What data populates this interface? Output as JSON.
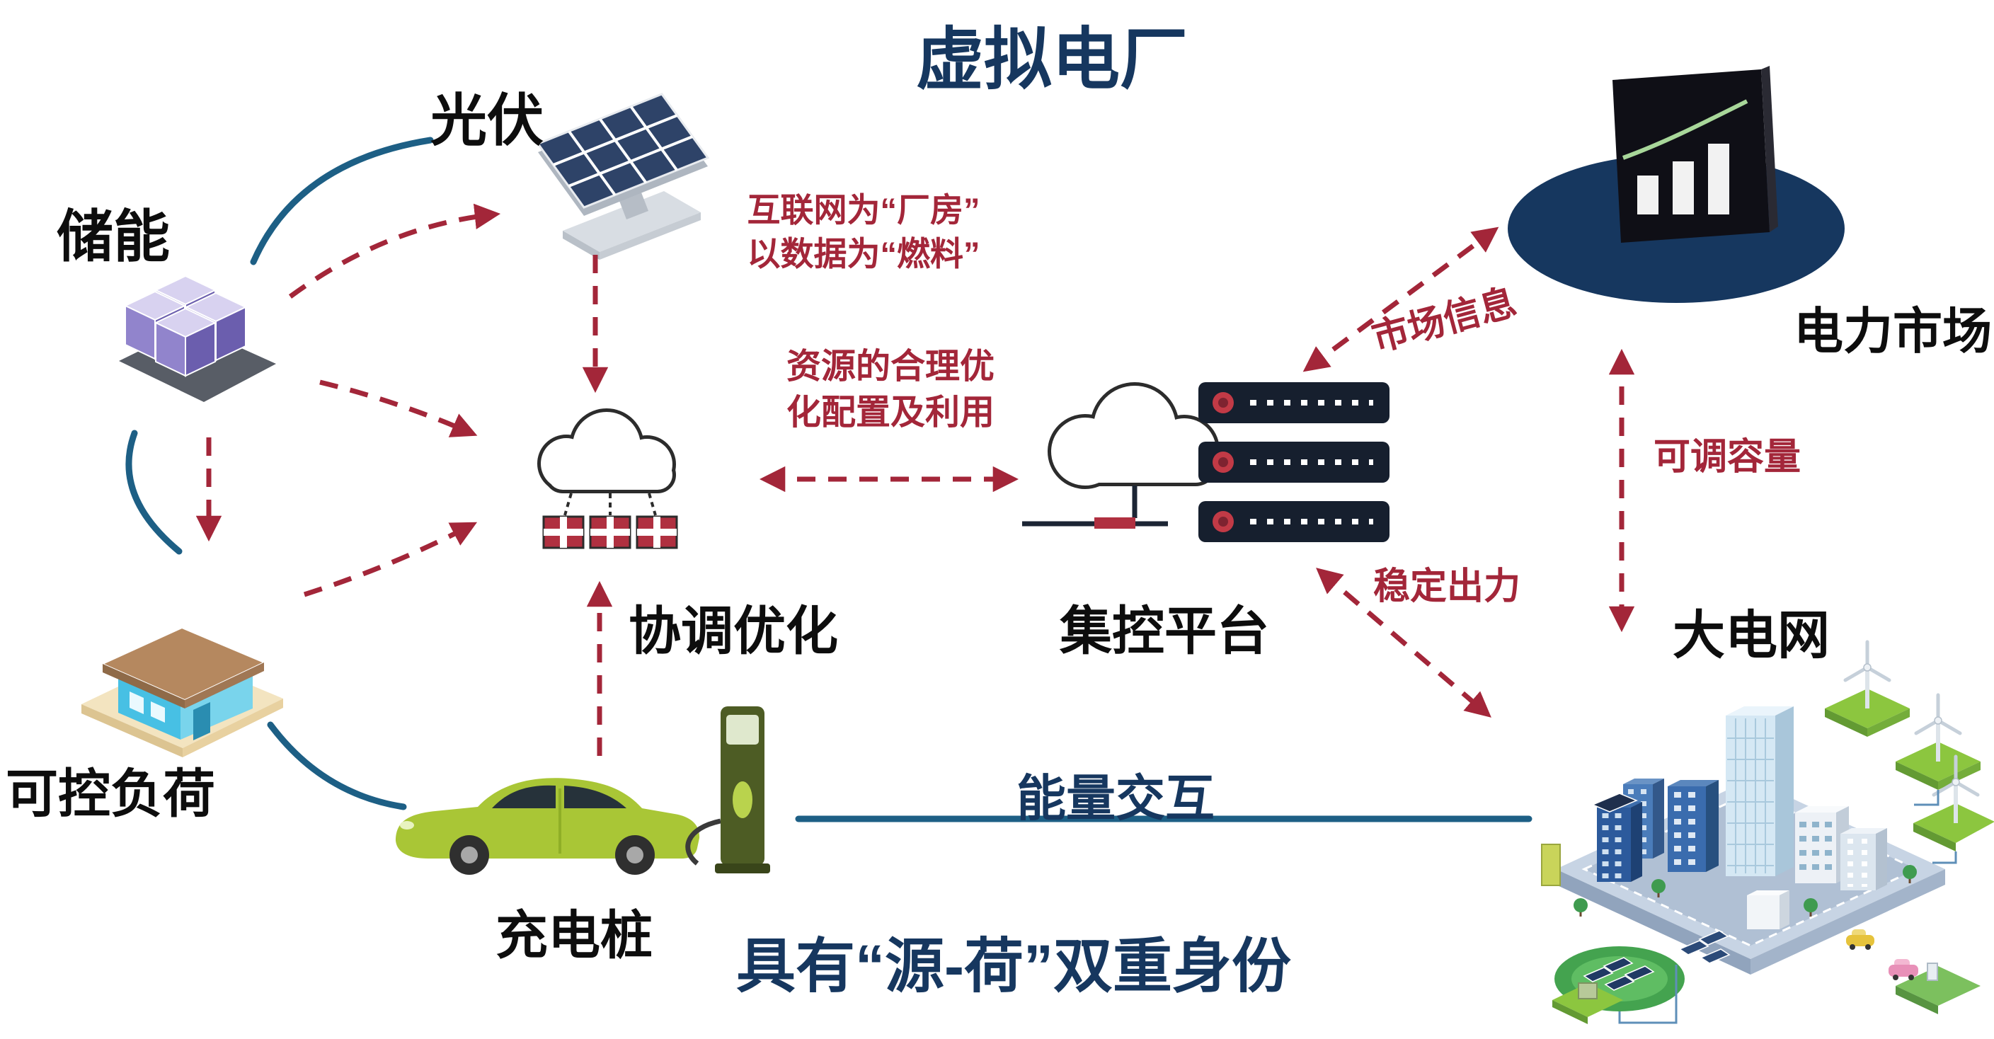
{
  "title": "虚拟电厂",
  "nodes": {
    "pv": {
      "label": "光伏",
      "icon": "solar-panel-icon"
    },
    "storage": {
      "label": "储能",
      "icon": "battery-cubes-icon"
    },
    "controllable_load": {
      "label": "可控负荷",
      "icon": "house-icon"
    },
    "charging_pile": {
      "label": "充电桩",
      "icon": "ev-car-charging-icon"
    },
    "coordination": {
      "label": "协调优化",
      "icon": "cloud-containers-icon"
    },
    "control_platform": {
      "label": "集控平台",
      "icon": "cloud-servers-icon"
    },
    "power_market": {
      "label": "电力市场",
      "icon": "market-chart-icon"
    },
    "main_grid": {
      "label": "大电网",
      "icon": "smart-city-icon"
    }
  },
  "annotations": {
    "internet_line1": "互联网为“厂房”",
    "internet_line2": "以数据为“燃料”",
    "resource_line1": "资源的合理优",
    "resource_line2": "化配置及利用",
    "market_info": "市场信息",
    "adjustable_capacity": "可调容量",
    "stable_output": "稳定出力",
    "energy_exchange": "能量交互",
    "dual_identity": "具有“源-荷”双重身份"
  },
  "colors": {
    "title_navy": "#16375f",
    "arrow_red": "#a32639",
    "line_blue": "#1d5f85",
    "car_green": "#a9c636",
    "storage_purple": "#8a7cc4",
    "market_navy": "#16375f"
  }
}
